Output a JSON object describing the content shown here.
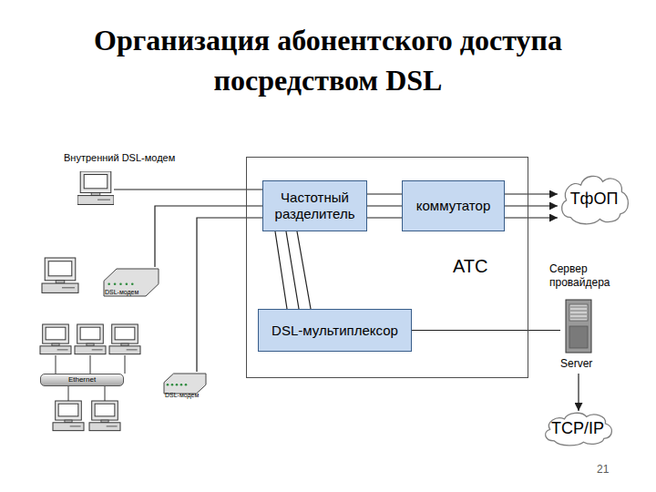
{
  "diagram": {
    "title": "Организация абонентского доступа посредством DSL",
    "nodes": [
      {
        "text": [
          "АТС"
        ]
      },
      {
        "text": [
          "Частотный разделитель"
        ],
        "in": 0
      },
      {
        "text": [
          "коммутатор"
        ],
        "in": 0
      },
      {
        "text": [
          "DSL-мультиплексор"
        ],
        "in": 0
      },
      {
        "text": [
          "ТфОП"
        ]
      },
      {
        "text": [
          "Сервер провайдера",
          "Server"
        ]
      },
      {
        "text": [
          "TCP/IP"
        ]
      },
      {
        "text": [
          "Внутренний DSL-модем"
        ]
      },
      {
        "text": [
          "DSL-модем"
        ]
      },
      {
        "text": [
          "Ethernet"
        ]
      },
      {
        "text": [
          "DSL-модем"
        ]
      }
    ],
    "edges": [
      {
        "from": 7,
        "to": 1,
        "arrow": "none"
      },
      {
        "from": 8,
        "to": 1,
        "arrow": "none"
      },
      {
        "from": 10,
        "to": 1,
        "arrow": "none"
      },
      {
        "from": 1,
        "to": 2,
        "arrow": "none"
      },
      {
        "from": 1,
        "to": 2,
        "arrow": "none"
      },
      {
        "from": 1,
        "to": 2,
        "arrow": "none"
      },
      {
        "from": 2,
        "to": 4,
        "arrow": "to"
      },
      {
        "from": 2,
        "to": 4,
        "arrow": "to"
      },
      {
        "from": 2,
        "to": 4,
        "arrow": "to"
      },
      {
        "from": 1,
        "to": 3,
        "arrow": "none"
      },
      {
        "from": 1,
        "to": 3,
        "arrow": "none"
      },
      {
        "from": 1,
        "to": 3,
        "arrow": "none"
      },
      {
        "from": 3,
        "to": 5,
        "arrow": "none"
      },
      {
        "from": 5,
        "to": 6,
        "arrow": "to"
      }
    ],
    "labels": [
      "21"
    ]
  }
}
